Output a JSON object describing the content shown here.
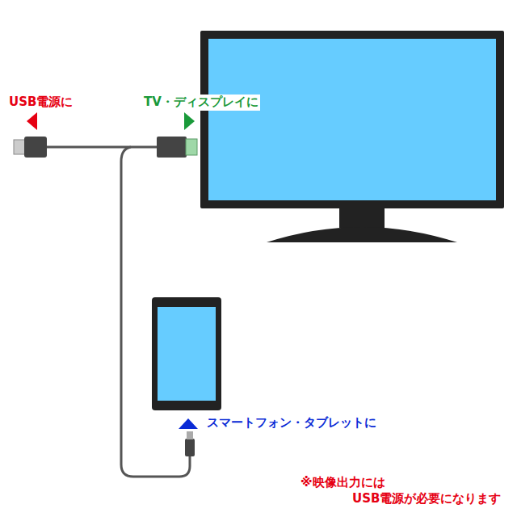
{
  "diagram": {
    "labels": [
      "USB電源に",
      "TV・ディスプレイに",
      "スマートフォン・タブレットに",
      "※映像出力には USB電源が必要になります"
    ]
  }
}
